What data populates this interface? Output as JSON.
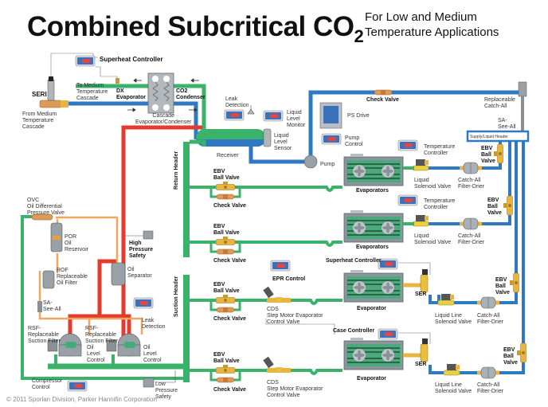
{
  "header": {
    "title": "Combined Subcritical CO",
    "title_subscript": "2",
    "subtitle_line1": "For Low and Medium",
    "subtitle_line2": "Temperature Applications"
  },
  "colors": {
    "medium_temp_line": "#3ab26a",
    "liquid_line": "#2f79c2",
    "discharge_line": "#e53a2e",
    "oil_line": "#f2a65c",
    "brass": "#e8b540",
    "controller": "#3d70b8"
  },
  "cascade": {
    "superheat_controller": "Superheat Controller",
    "seri": "SERI",
    "from_medium": [
      "From Medium",
      "Temperature",
      "Cascade"
    ],
    "to_medium": [
      "To Medium",
      "Temperature",
      "Cascade"
    ],
    "dx_evaporator": [
      "DX",
      "Evaporator"
    ],
    "co2_condenser": [
      "CO2",
      "Condenser"
    ],
    "heat_exchanger": [
      "Cascade",
      "Evaporator/Condenser"
    ]
  },
  "receiver_area": {
    "leak_detection": [
      "Leak",
      "Detection"
    ],
    "liquid_level_monitor": [
      "Liquid",
      "Level",
      "Monitor"
    ],
    "liquid_level_sensor": [
      "Liquid",
      "Level",
      "Sensor"
    ],
    "receiver": "Receiver",
    "ps_drive": "PS Drive",
    "pump_control": [
      "Pump",
      "Control"
    ],
    "pump": "Pump",
    "check_valve_top": "Check Valve"
  },
  "supply": {
    "replaceable_catch_all": [
      "Replaceable",
      "Catch-All"
    ],
    "sa_see_all": [
      "SA-",
      "See-All"
    ],
    "supply_header": "Supply/Liquid Header"
  },
  "headers": {
    "return_header": "Return Header",
    "suction_header": "Suction Header"
  },
  "mt_circuits": [
    {
      "ebv": [
        "EBV",
        "Ball Valve"
      ],
      "check": "Check Valve",
      "evaporator": "Evaporators",
      "temp_ctrl": [
        "Temperature",
        "Controller"
      ],
      "solenoid": [
        "Liquid",
        "Solenoid Valve"
      ],
      "filter": [
        "Catch-All",
        "Filter-Drier"
      ],
      "ebv_supply": [
        "EBV",
        "Ball",
        "Valve"
      ]
    },
    {
      "ebv": [
        "EBV",
        "Ball Valve"
      ],
      "check": "Check Valve",
      "evaporator": "Evaporators",
      "temp_ctrl": [
        "Temperature",
        "Controller"
      ],
      "solenoid": [
        "Liquid",
        "Solenoid Valve"
      ],
      "filter": [
        "Catch-All",
        "Filter-Drier"
      ],
      "ebv_supply": [
        "EBV",
        "Ball",
        "Valve"
      ]
    }
  ],
  "lt_circuits": [
    {
      "ebv": [
        "EBV",
        "Ball Valve"
      ],
      "check": "Check Valve",
      "control": "EPR Control",
      "cds": [
        "CDS",
        "Step Motor Evaporator",
        "Control Valve"
      ],
      "controller": "Superheat Controller",
      "evaporator": "Evaporator",
      "ser": "SER",
      "solenoid": [
        "Liquid Line",
        "Solenoid Valve"
      ],
      "filter": [
        "Catch-All",
        "Filter-Drier"
      ],
      "ebv_supply": [
        "EBV",
        "Ball",
        "Valve"
      ]
    },
    {
      "ebv": [
        "EBV",
        "Ball Valve"
      ],
      "check": "Check Valve",
      "cds": [
        "CDS",
        "Step Motor Evaporator",
        "Control Valve"
      ],
      "controller": "Case Controller",
      "evaporator": "Evaporator",
      "ser": "SER",
      "solenoid": [
        "Liquid Line",
        "Solenoid Valve"
      ],
      "filter": [
        "Catch-All",
        "Filter-Drier"
      ],
      "ebv_supply": [
        "EBV",
        "Ball",
        "Valve"
      ]
    }
  ],
  "compressor_rack": {
    "ovc": [
      "OVC",
      "Oil Differential",
      "Pressure Valve"
    ],
    "por": [
      "POR",
      "Oil",
      "Reservoir"
    ],
    "rof": [
      "ROF",
      "Replaceable",
      "Oil Filter"
    ],
    "sa_see_all": [
      "SA-",
      "See-All"
    ],
    "high_pressure": [
      "High",
      "Pressure",
      "Safety"
    ],
    "oil_separator": [
      "Oil",
      "Separator"
    ],
    "leak_detection": [
      "Leak",
      "Detection"
    ],
    "rsf_1": [
      "RSF-",
      "Replaceable",
      "Suction Filter"
    ],
    "rsf_2": [
      "RSF-",
      "Replaceable",
      "Suction Filter"
    ],
    "oil_level_1": [
      "Oil",
      "Level",
      "Control"
    ],
    "oil_level_2": [
      "Oil",
      "Level",
      "Control"
    ],
    "compressor_control": [
      "Compressor",
      "Control"
    ],
    "low_pressure": [
      "Low",
      "Pressure",
      "Safety"
    ]
  },
  "footer": {
    "copyright": "© 2011 Sporlan Division, Parker Hannifin Corporation"
  }
}
